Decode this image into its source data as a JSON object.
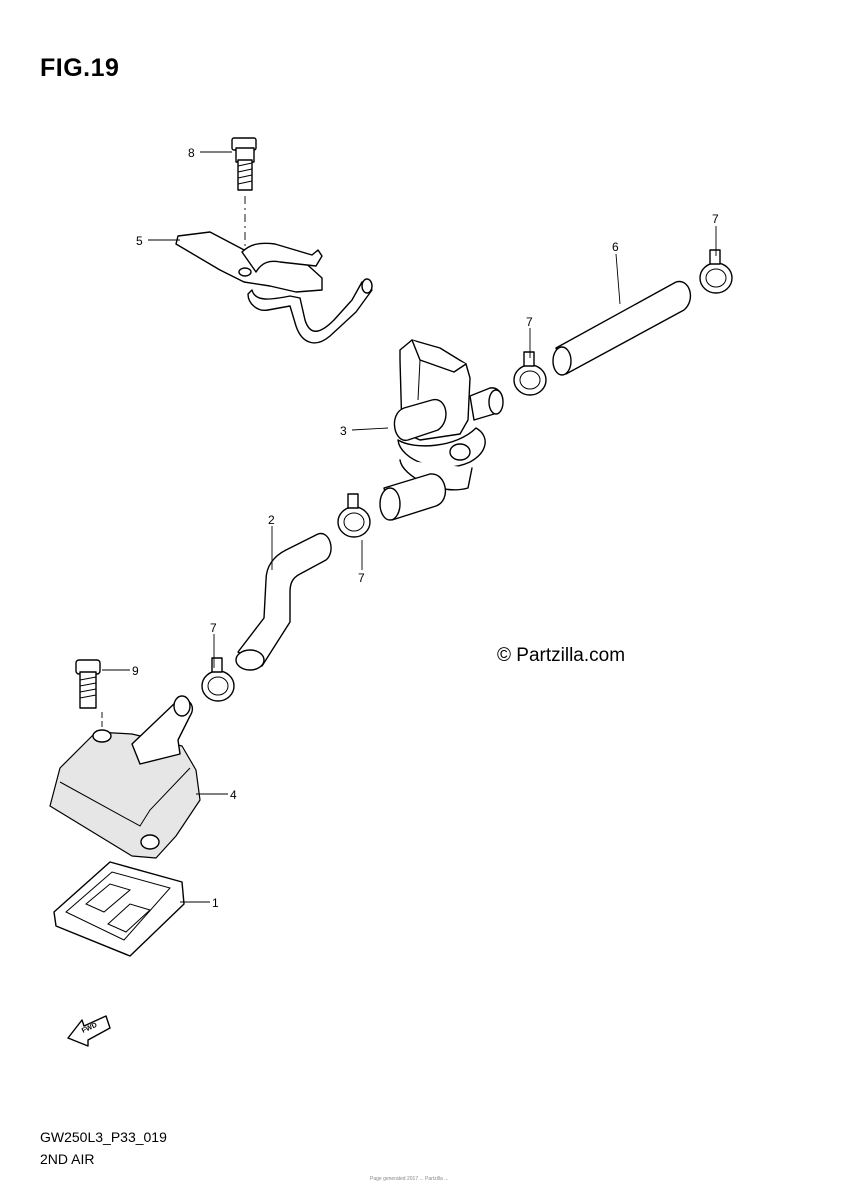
{
  "figure": {
    "title": "FIG.19",
    "code": "GW250L3_P33_019",
    "caption": "2ND AIR",
    "copyright": "© Partzilla.com",
    "footnote": "Page generated 2017 ... Partzilla ..."
  },
  "callouts": [
    {
      "id": "callout-8",
      "label": "8"
    },
    {
      "id": "callout-5",
      "label": "5"
    },
    {
      "id": "callout-7a",
      "label": "7"
    },
    {
      "id": "callout-6",
      "label": "6"
    },
    {
      "id": "callout-7b",
      "label": "7"
    },
    {
      "id": "callout-3",
      "label": "3"
    },
    {
      "id": "callout-2",
      "label": "2"
    },
    {
      "id": "callout-7c",
      "label": "7"
    },
    {
      "id": "callout-7d",
      "label": "7"
    },
    {
      "id": "callout-9",
      "label": "9"
    },
    {
      "id": "callout-4",
      "label": "4"
    },
    {
      "id": "callout-1",
      "label": "1"
    }
  ],
  "fwd_arrow": {
    "label": "FWD"
  }
}
